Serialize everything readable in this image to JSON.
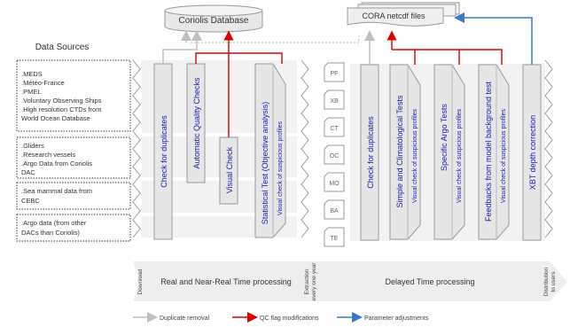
{
  "databases": {
    "coriolis": "Coriolis Database",
    "cora": "CORA netcdf files"
  },
  "data_sources": {
    "title": "Data Sources",
    "group1": [
      ".MEDS",
      ".Météo-France",
      ".PMEL",
      ".Voluntary Observing Ships",
      ".High resolution CTDs from",
      "World Ocean Database"
    ],
    "group2": [
      ".Gliders",
      ".Research vessels",
      ".Argo Data from Coriolis",
      "DAC"
    ],
    "group3": [
      ".Sea mammal data from",
      "CEBC"
    ],
    "group4": [
      ".Argo data (from other",
      "DACs than Coriolis)"
    ]
  },
  "steps": {
    "check_duplicates_rt": "Check for duplicates",
    "automatic_qc": "Automatic Quality Checks",
    "visual_check": "Visual Check",
    "statistical_test": "Statistical Test (Objective analysis)",
    "visual_check_suspicious": "Visual check of suspicious profiles",
    "check_duplicates_dt": "Check for duplicates",
    "simple_climatological": "Simple and Climatological Tests",
    "specific_argo": "Specific Argo Tests",
    "feedbacks": "Feedbacks from model background test",
    "xbt_correction": "XBT depth correction"
  },
  "file_types": [
    "PF",
    "XB",
    "CT",
    "OC",
    "MO",
    "BA",
    "TE"
  ],
  "bottom": {
    "download": "Download",
    "rt_processing": "Real and Near-Real Time processing",
    "extraction": [
      "Extraction",
      "every one year"
    ],
    "dt_processing": "Delayed Time processing",
    "distribution": [
      "Distribution",
      "to users"
    ]
  },
  "legend": {
    "duplicate": "Duplicate removal",
    "qc_flag": "QC flag modifications",
    "param_adj": "Parameter adjustments"
  },
  "colors": {
    "box_fill": "#e6e6e6",
    "box_text": "#1a1ab4",
    "red": "#dd0000",
    "blue": "#3a78c8",
    "gray_arrow": "#bfbfbf"
  }
}
